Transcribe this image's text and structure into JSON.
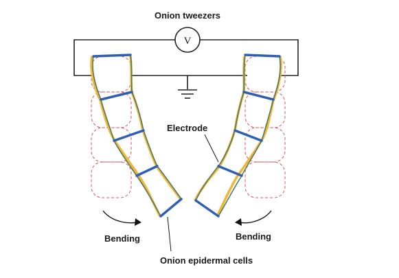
{
  "diagram": {
    "title": "Onion tweezers",
    "voltmeter_symbol": "V",
    "labels": {
      "electrode": "Electrode",
      "bending_left": "Bending",
      "bending_right": "Bending",
      "cells": "Onion epidermal cells"
    },
    "colors": {
      "cell_outline": "#4a7a6a",
      "electrode_gold": "#f2b632",
      "cell_wall_blue": "#2f5fb3",
      "initial_position_dashed": "#d9534f",
      "wire": "#222222"
    }
  }
}
